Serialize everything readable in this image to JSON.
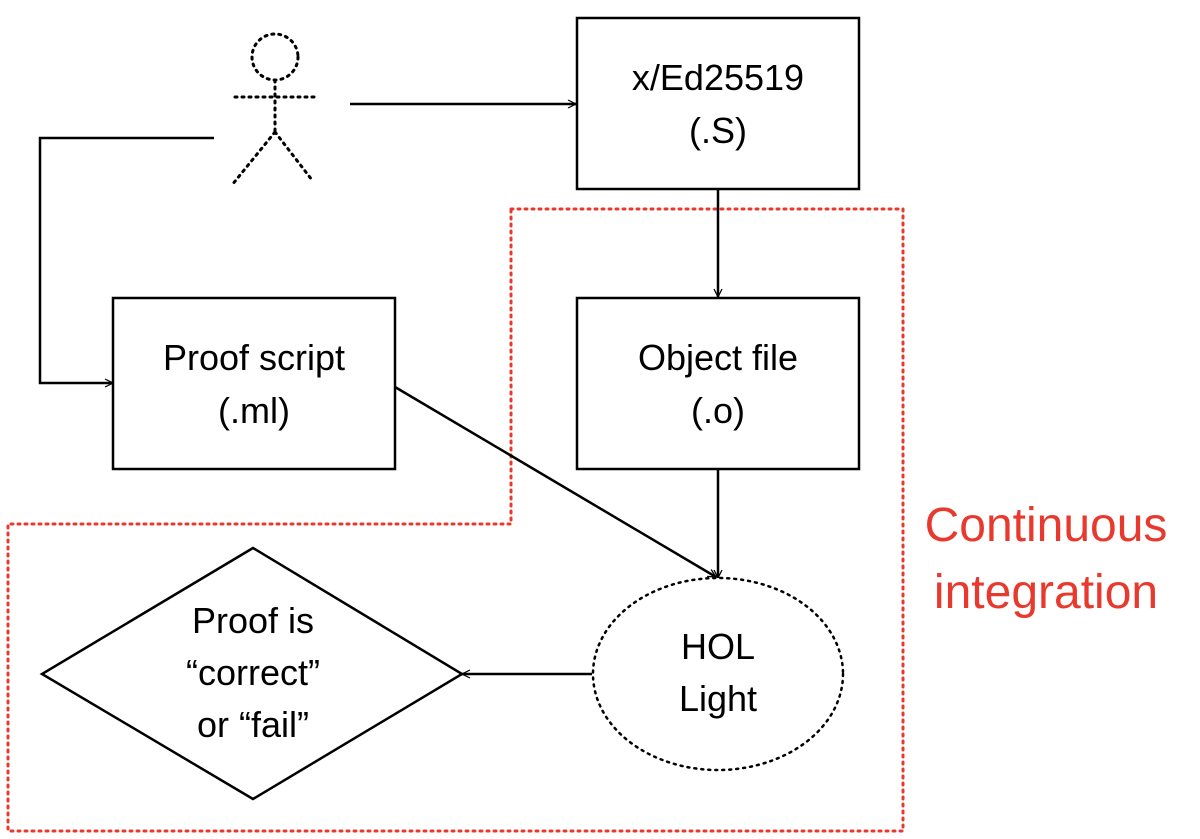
{
  "nodes": {
    "source": {
      "line1": "x/Ed25519",
      "line2": "(.S)"
    },
    "proof_script": {
      "line1": "Proof script",
      "line2": "(.ml)"
    },
    "object_file": {
      "line1": "Object file",
      "line2": "(.o)"
    },
    "hol_light": {
      "line1": "HOL",
      "line2": "Light"
    },
    "result": {
      "line1": "Proof is",
      "line2": "“correct”",
      "line3": "or “fail”"
    }
  },
  "region": {
    "line1": "Continuous",
    "line2": "integration"
  },
  "icons": {
    "actor": "person-icon"
  },
  "colors": {
    "region": "#e8392f",
    "stroke": "#000000"
  }
}
